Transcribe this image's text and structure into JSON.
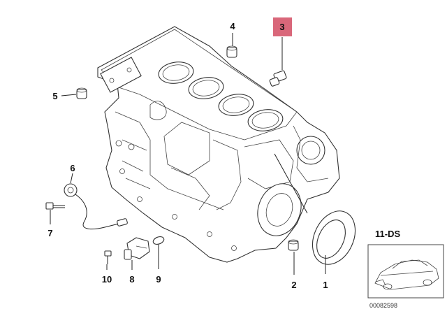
{
  "diagram": {
    "callouts": [
      {
        "id": "1",
        "label": "1"
      },
      {
        "id": "2",
        "label": "2"
      },
      {
        "id": "3",
        "label": "3",
        "highlighted": true
      },
      {
        "id": "4",
        "label": "4"
      },
      {
        "id": "5",
        "label": "5"
      },
      {
        "id": "6",
        "label": "6"
      },
      {
        "id": "7",
        "label": "7"
      },
      {
        "id": "8",
        "label": "8"
      },
      {
        "id": "9",
        "label": "9"
      },
      {
        "id": "10",
        "label": "10"
      }
    ],
    "model_code": "11-DS",
    "image_number": "00082598",
    "highlight_color": "#d9677a"
  }
}
